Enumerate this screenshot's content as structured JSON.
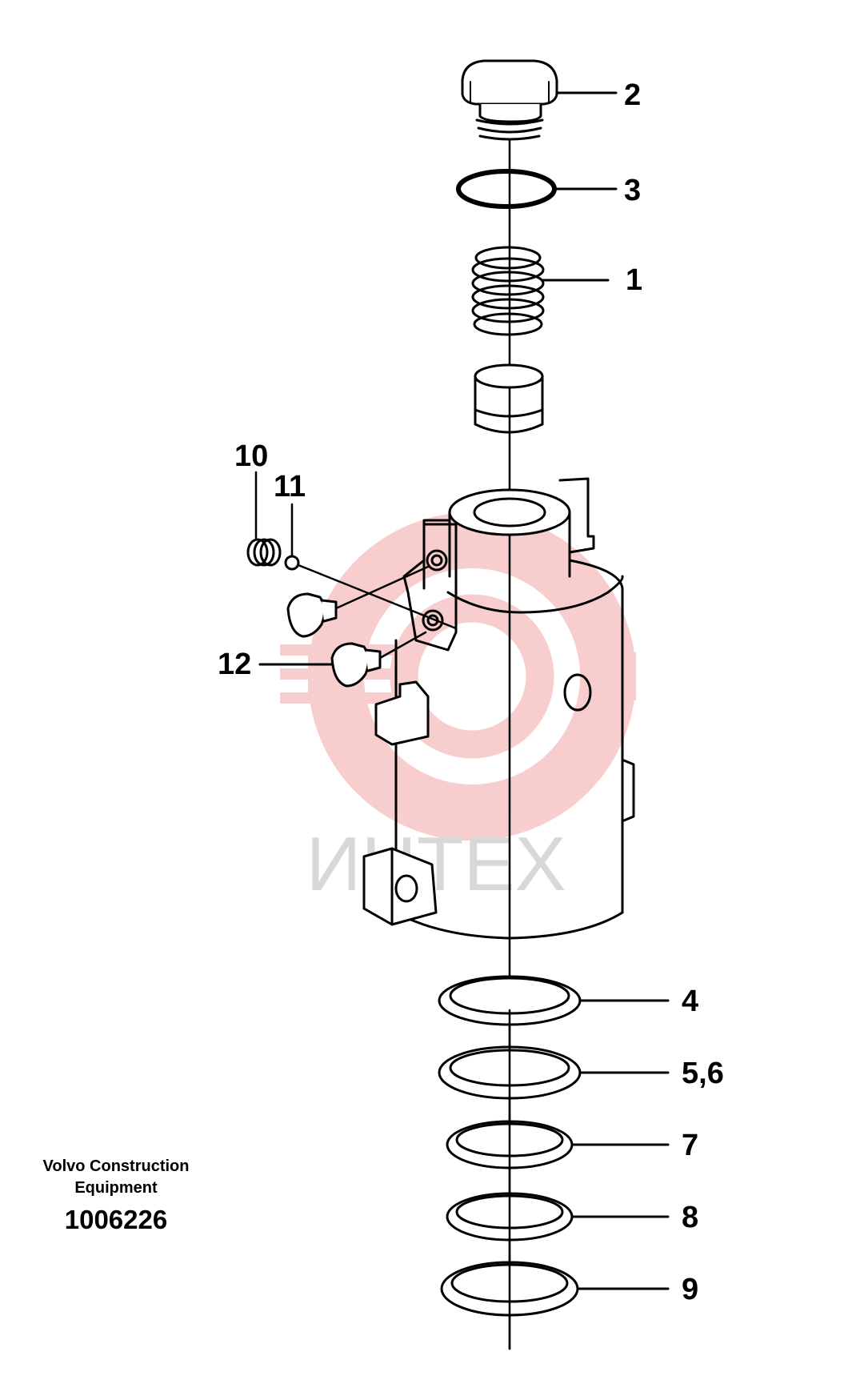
{
  "labels": {
    "l1": "1",
    "l2": "2",
    "l3": "3",
    "l4": "4",
    "l56": "5,6",
    "l7": "7",
    "l8": "8",
    "l9": "9",
    "l10": "10",
    "l11": "11",
    "l12": "12"
  },
  "caption": {
    "line1": "Volvo Construction",
    "line2": "Equipment",
    "number": "1006226"
  },
  "watermark": {
    "text": "ИНТЕХ",
    "color": "#f2a6a6"
  },
  "line_color": "#000000"
}
